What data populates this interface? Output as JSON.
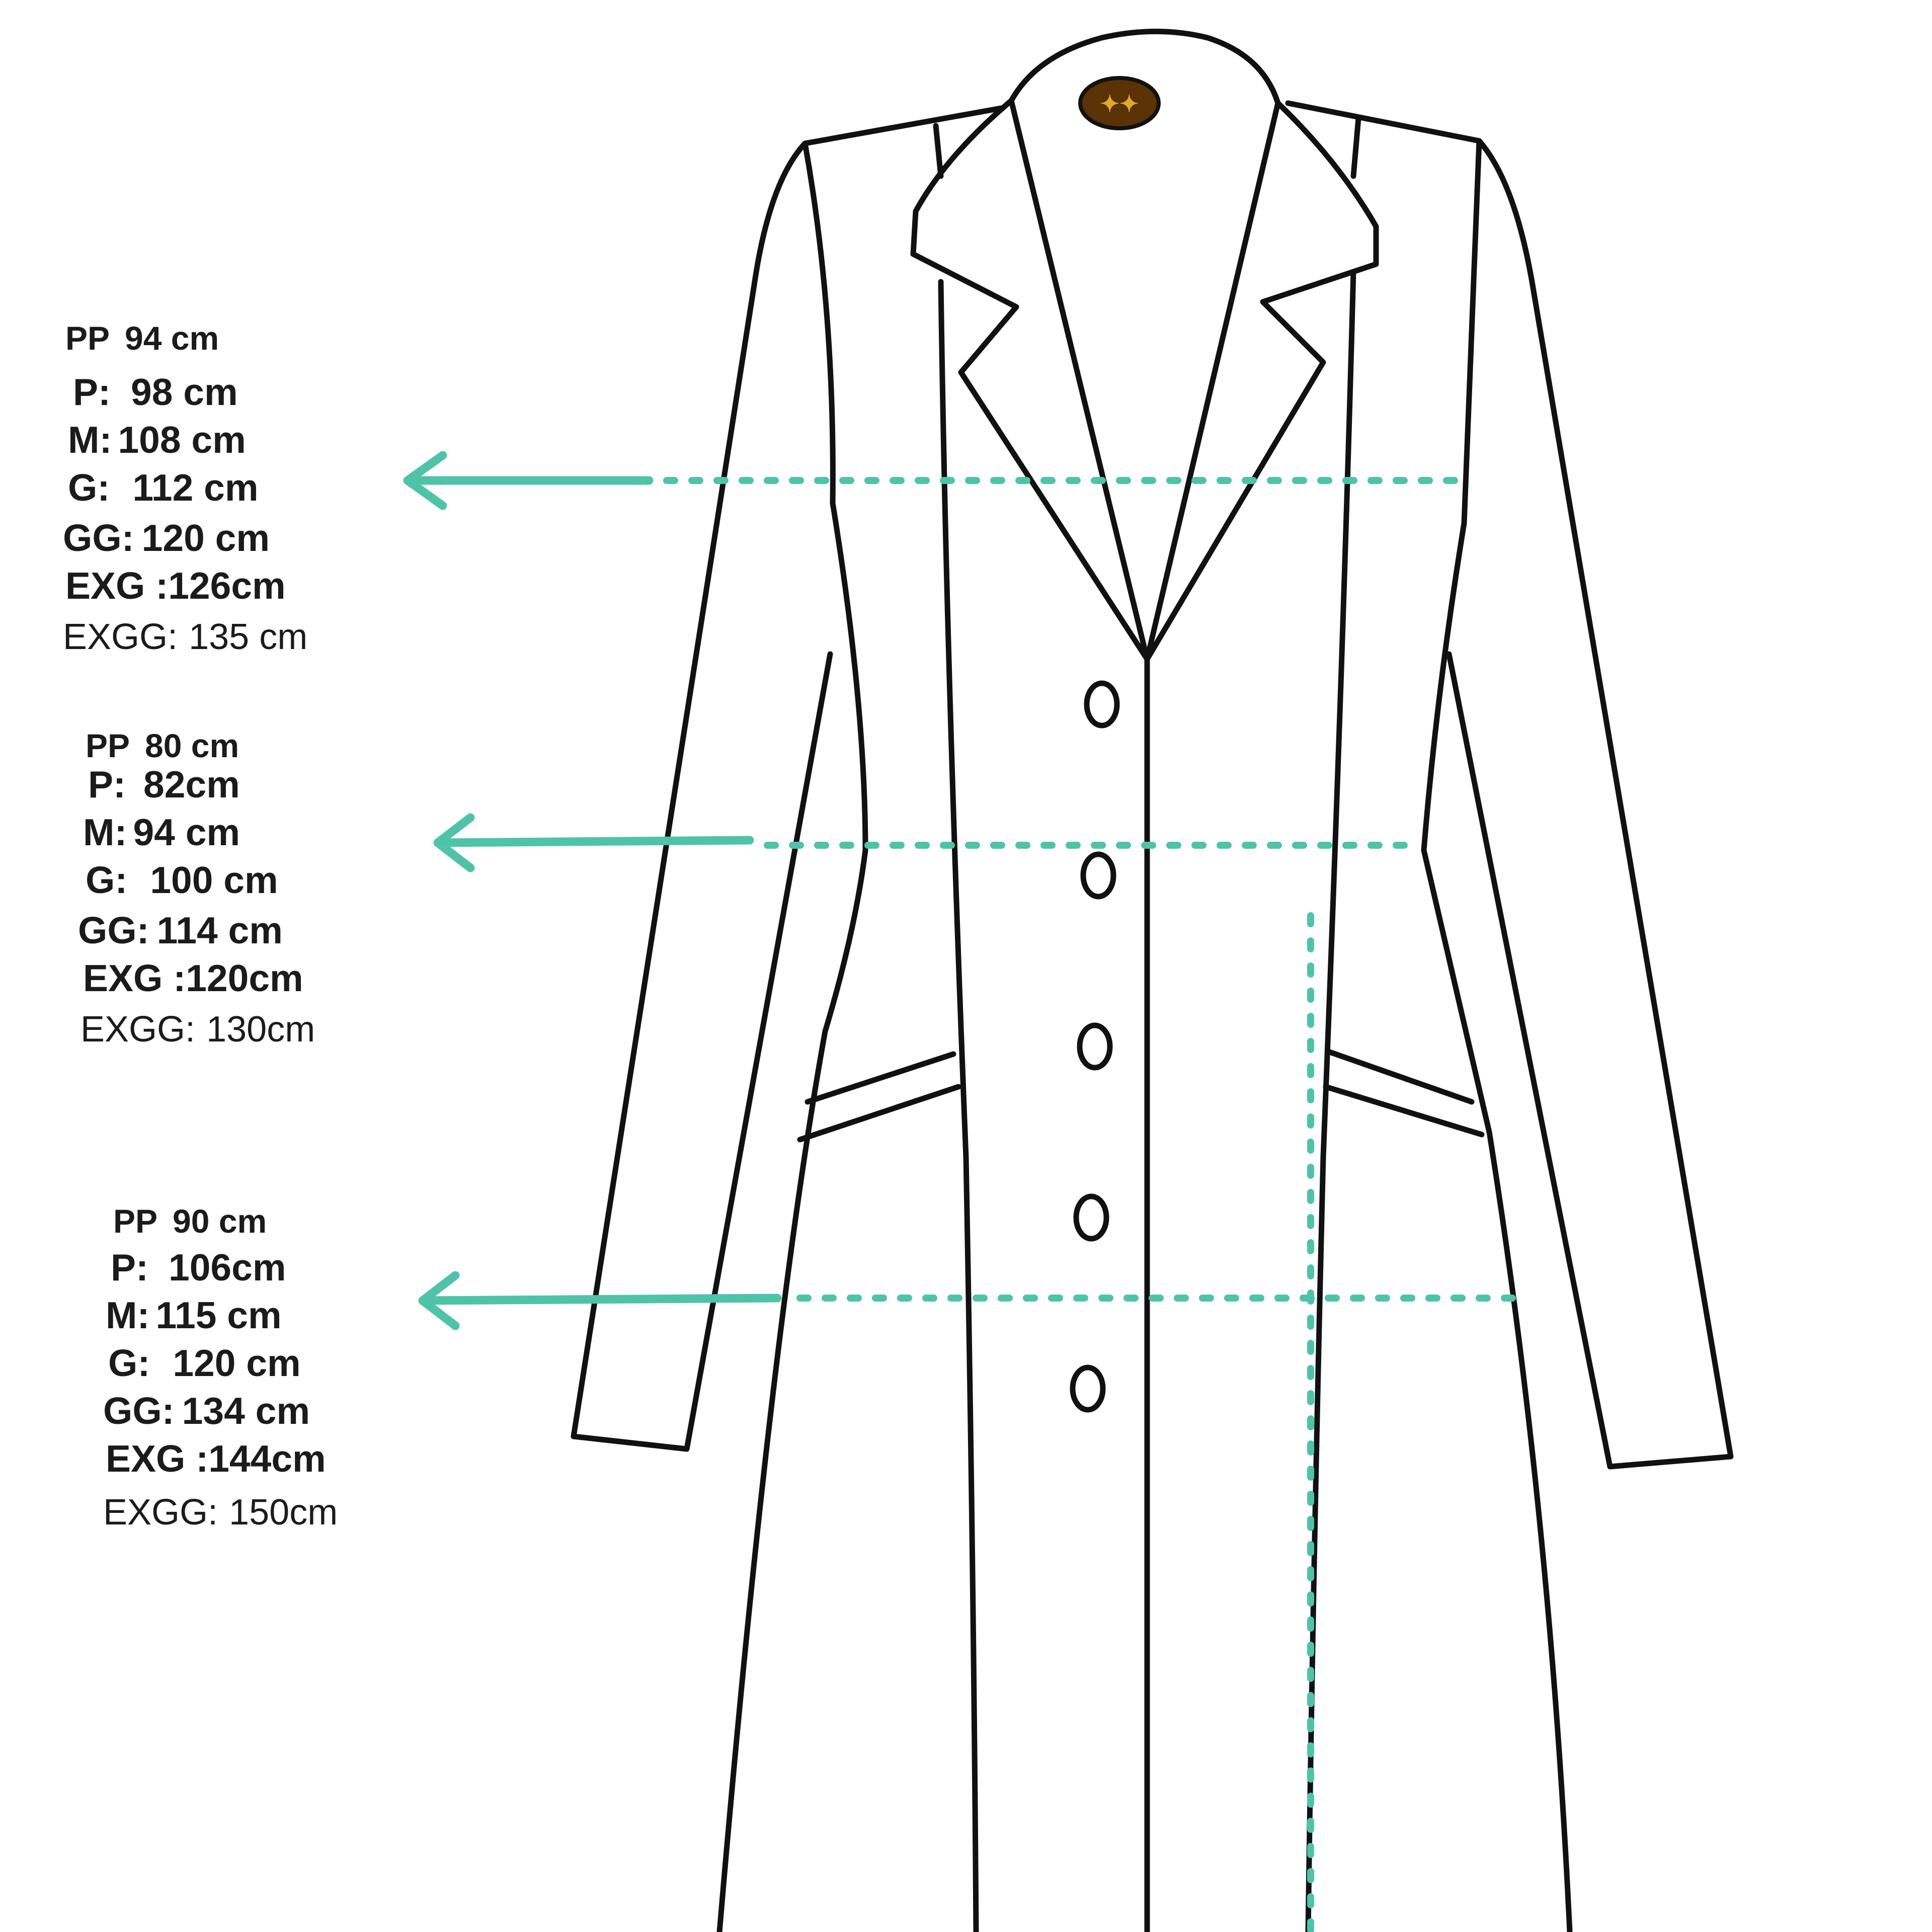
{
  "colors": {
    "guide": "#4fc3a8",
    "outline": "#111111",
    "background": "#ffffff",
    "label_badge": "#5a3206",
    "label_badge_mark": "#e0a82e"
  },
  "icons": {
    "arrow": "arrow-left-icon",
    "label": "collar-label-icon"
  },
  "measurements": [
    {
      "lines": [
        {
          "label": "PP",
          "value": "94 cm"
        },
        {
          "label": "P:",
          "value": "98 cm"
        },
        {
          "label": "M:",
          "value": "108 cm"
        },
        {
          "label": "G:",
          "value": "112 cm"
        },
        {
          "label": "GG:",
          "value": "120 cm"
        },
        {
          "label": "EXG :",
          "value": "126cm"
        },
        {
          "label": "EXGG:",
          "value": "135 cm"
        }
      ]
    },
    {
      "lines": [
        {
          "label": "PP",
          "value": "80 cm"
        },
        {
          "label": "P:",
          "value": "82cm"
        },
        {
          "label": "M:",
          "value": "94 cm"
        },
        {
          "label": "G:",
          "value": "100 cm"
        },
        {
          "label": "GG:",
          "value": "114 cm"
        },
        {
          "label": "EXG :",
          "value": "120cm"
        },
        {
          "label": "EXGG:",
          "value": "130cm"
        }
      ]
    },
    {
      "lines": [
        {
          "label": "PP",
          "value": "90 cm"
        },
        {
          "label": "P:",
          "value": "106cm"
        },
        {
          "label": "M:",
          "value": "115 cm"
        },
        {
          "label": "G:",
          "value": "120 cm"
        },
        {
          "label": "GG:",
          "value": "134 cm"
        },
        {
          "label": "EXG :",
          "value": "144cm"
        },
        {
          "label": "EXGG:",
          "value": "150cm"
        }
      ]
    }
  ]
}
